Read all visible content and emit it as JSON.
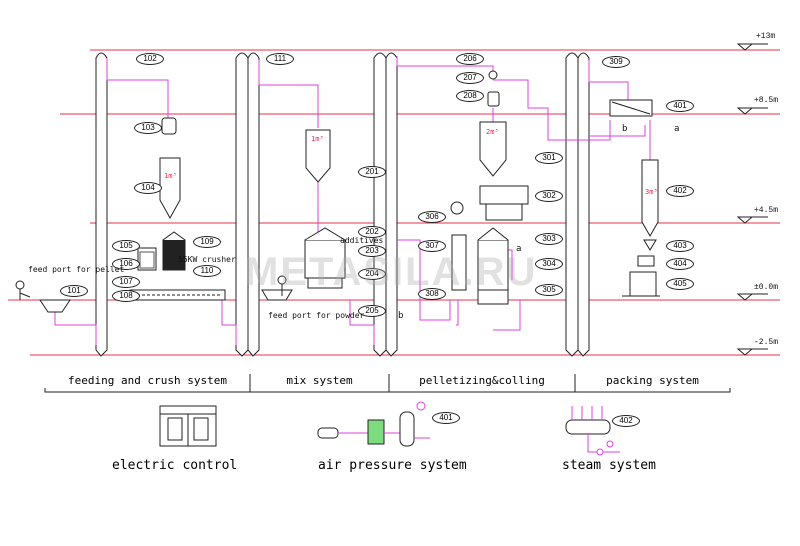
{
  "levels": [
    "+13m",
    "+8.5m",
    "+4.5m",
    "±0.0m",
    "-2.5m"
  ],
  "callouts": {
    "c101": "101",
    "c102": "102",
    "c103": "103",
    "c104": "104",
    "c105": "105",
    "c106": "106",
    "c107": "107",
    "c108": "108",
    "c109": "109",
    "c110": "110",
    "c111": "111",
    "c201": "201",
    "c202": "202",
    "c203": "203",
    "c204": "204",
    "c205": "205",
    "c206": "206",
    "c207": "207",
    "c208": "208",
    "c301": "301",
    "c302": "302",
    "c303": "303",
    "c304": "304",
    "c305": "305",
    "c306": "306",
    "c307": "307",
    "c308": "308",
    "c309": "309",
    "c401": "401",
    "c402": "402",
    "c403": "403",
    "c404": "404",
    "c405": "405",
    "c401b": "401",
    "c402b": "402"
  },
  "labels": {
    "feed_pellet": "feed port for pellet",
    "feed_powder": "feed port for powder",
    "crusher": "55KW crusher",
    "additives": "additives",
    "bin1": "1m³",
    "bin2": "1m³",
    "bin3": "2m³",
    "bin4": "3m³",
    "a1": "a",
    "b1": "b",
    "a2": "a",
    "b2": "b"
  },
  "sections": [
    "feeding and crush system",
    "mix system",
    "pelletizing&colling",
    "packing system"
  ],
  "legends": {
    "electric": "electric control",
    "air": "air pressure system",
    "steam": "steam system"
  },
  "watermark": "METASILA.RU",
  "colors": {
    "level_line": "#e8304a",
    "conveyor": "#e040e0",
    "structure": "#222222"
  }
}
